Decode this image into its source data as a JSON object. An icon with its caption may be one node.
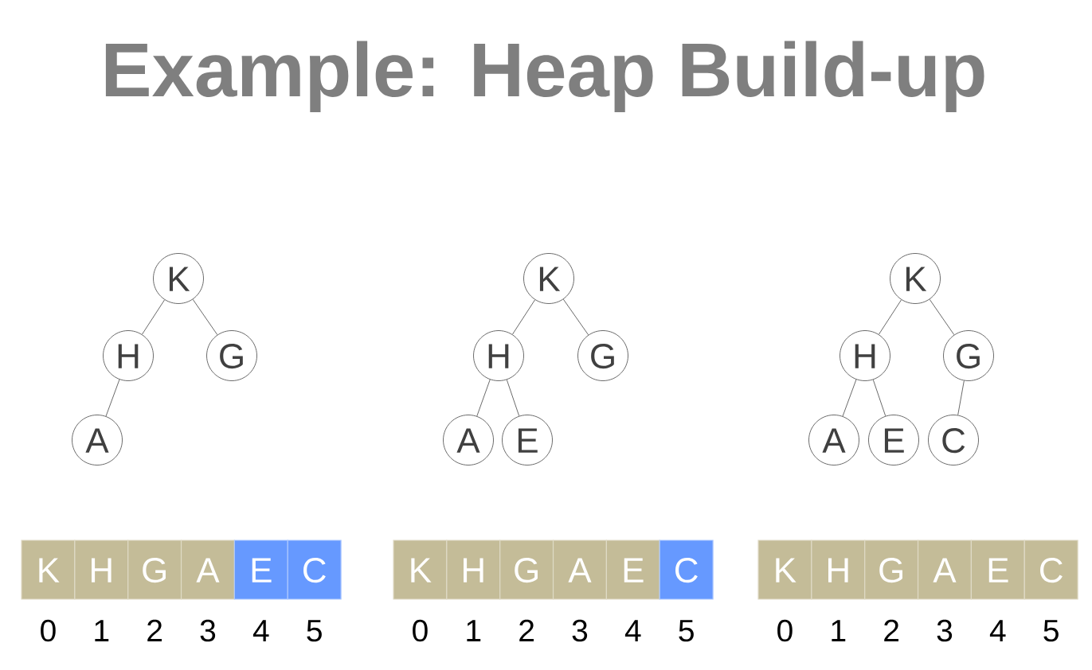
{
  "diagram": {
    "title": "Example: Heap Build-up",
    "nodes": [
      {
        "text": [
          "K"
        ]
      },
      {
        "text": [
          "H"
        ]
      },
      {
        "text": [
          "G"
        ]
      },
      {
        "text": [
          "A"
        ]
      },
      {
        "text": [
          "K"
        ]
      },
      {
        "text": [
          "H"
        ]
      },
      {
        "text": [
          "G"
        ]
      },
      {
        "text": [
          "A"
        ]
      },
      {
        "text": [
          "E"
        ]
      },
      {
        "text": [
          "K"
        ]
      },
      {
        "text": [
          "H"
        ]
      },
      {
        "text": [
          "G"
        ]
      },
      {
        "text": [
          "A"
        ]
      },
      {
        "text": [
          "E"
        ]
      },
      {
        "text": [
          "C"
        ]
      },
      {
        "text": [
          "K"
        ],
        "beside": [
          "0"
        ]
      },
      {
        "text": [
          "H"
        ],
        "beside": [
          "1"
        ]
      },
      {
        "text": [
          "G"
        ],
        "beside": [
          "2"
        ]
      },
      {
        "text": [
          "A"
        ],
        "beside": [
          "3"
        ]
      },
      {
        "text": [
          "E"
        ],
        "beside": [
          "4"
        ]
      },
      {
        "text": [
          "C"
        ],
        "beside": [
          "5"
        ]
      },
      {
        "text": [
          "K"
        ],
        "beside": [
          "0"
        ]
      },
      {
        "text": [
          "H"
        ],
        "beside": [
          "1"
        ]
      },
      {
        "text": [
          "G"
        ],
        "beside": [
          "2"
        ]
      },
      {
        "text": [
          "A"
        ],
        "beside": [
          "3"
        ]
      },
      {
        "text": [
          "E"
        ],
        "beside": [
          "4"
        ]
      },
      {
        "text": [
          "C"
        ],
        "beside": [
          "5"
        ]
      },
      {
        "text": [
          "K"
        ],
        "beside": [
          "0"
        ]
      },
      {
        "text": [
          "H"
        ],
        "beside": [
          "1"
        ]
      },
      {
        "text": [
          "G"
        ],
        "beside": [
          "2"
        ]
      },
      {
        "text": [
          "A"
        ],
        "beside": [
          "3"
        ]
      },
      {
        "text": [
          "E"
        ],
        "beside": [
          "4"
        ]
      },
      {
        "text": [
          "C"
        ],
        "beside": [
          "5"
        ]
      }
    ],
    "edges": [
      {
        "from": 0,
        "to": 1,
        "arrow": "none"
      },
      {
        "from": 0,
        "to": 2,
        "arrow": "none"
      },
      {
        "from": 1,
        "to": 3,
        "arrow": "none"
      },
      {
        "from": 4,
        "to": 5,
        "arrow": "none"
      },
      {
        "from": 4,
        "to": 6,
        "arrow": "none"
      },
      {
        "from": 5,
        "to": 7,
        "arrow": "none"
      },
      {
        "from": 5,
        "to": 8,
        "arrow": "none"
      },
      {
        "from": 9,
        "to": 10,
        "arrow": "none"
      },
      {
        "from": 9,
        "to": 11,
        "arrow": "none"
      },
      {
        "from": 10,
        "to": 12,
        "arrow": "none"
      },
      {
        "from": 10,
        "to": 13,
        "arrow": "none"
      },
      {
        "from": 11,
        "to": 14,
        "arrow": "none"
      }
    ]
  }
}
